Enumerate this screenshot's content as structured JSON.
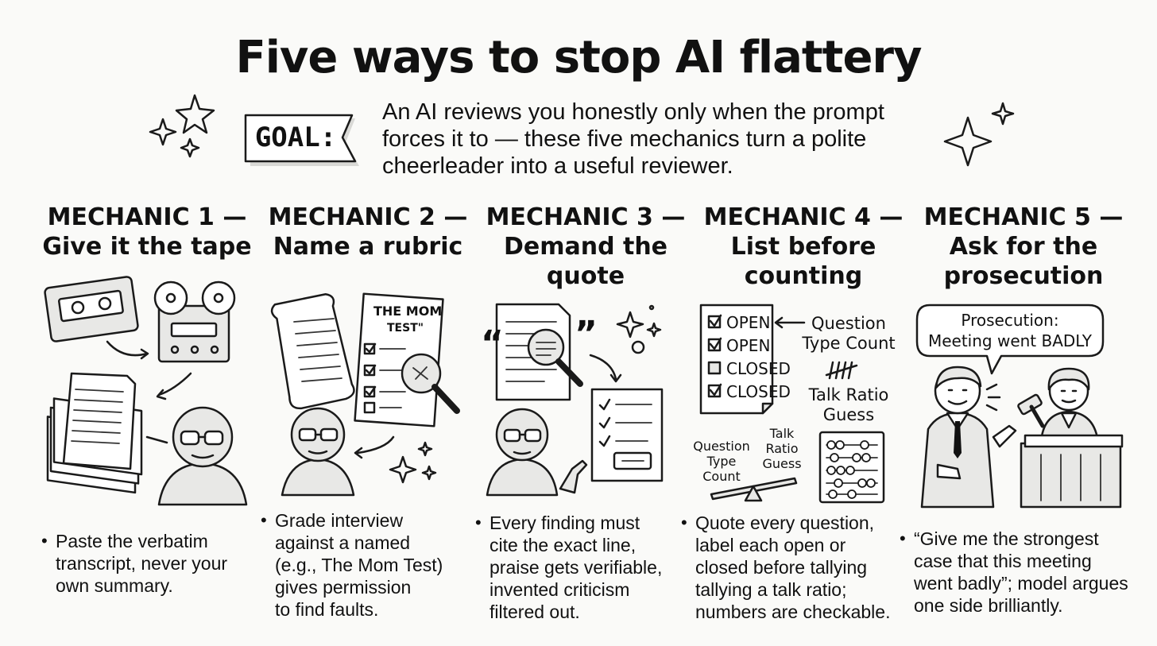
{
  "title": "Five ways to stop AI flattery",
  "goal": {
    "label": "GOAL:",
    "lines": [
      "An AI reviews you honestly only when the prompt",
      "forces it to — these five mechanics turn a polite",
      "cheerleader into a useful reviewer."
    ]
  },
  "mechanics": [
    {
      "title_lines": [
        "MECHANIC 1 —",
        "Give it the tape"
      ],
      "bullet_lines": [
        "Paste the verbatim",
        "transcript, never your",
        "own summary."
      ]
    },
    {
      "title_lines": [
        "MECHANIC 2 —",
        "Name a rubric"
      ],
      "illustration": {
        "doc_title_line1": "THE MOM",
        "doc_title_line2": "TEST\""
      },
      "bullet_lines": [
        "Grade interview",
        "against a named",
        "(e.g., The Mom Test)",
        "gives permission",
        "to find faults."
      ]
    },
    {
      "title_lines": [
        "MECHANIC 3 —",
        "Demand the",
        "quote"
      ],
      "bullet_lines": [
        "Every finding must",
        "cite the exact line,",
        "praise gets verifiable,",
        "invented criticism",
        "filtered out."
      ]
    },
    {
      "title_lines": [
        "MECHANIC 4 —",
        "List before",
        "counting"
      ],
      "illustration": {
        "checklist": [
          "OPEN",
          "OPEN",
          "CLOSED",
          "CLOSED"
        ],
        "note_question_line1": "Question",
        "note_question_line2": "Type Count",
        "note_talk_line1": "Talk Ratio",
        "note_talk_line2": "Guess",
        "scale_left": [
          "Question",
          "Type",
          "Count"
        ],
        "scale_right": [
          "Talk",
          "Ratio",
          "Guess"
        ]
      },
      "bullet_lines": [
        "Quote every question,",
        "label each open or",
        "closed before tallying",
        "tallying a talk ratio;",
        "numbers are checkable."
      ]
    },
    {
      "title_lines": [
        "MECHANIC 5 —",
        "Ask for the",
        "prosecution"
      ],
      "illustration": {
        "speech_line1": "Prosecution:",
        "speech_line2": "Meeting went BADLY"
      },
      "bullet_lines": [
        "“Give me the strongest",
        "case that this meeting",
        "went badly”; model argues",
        "one side brilliantly."
      ]
    }
  ]
}
